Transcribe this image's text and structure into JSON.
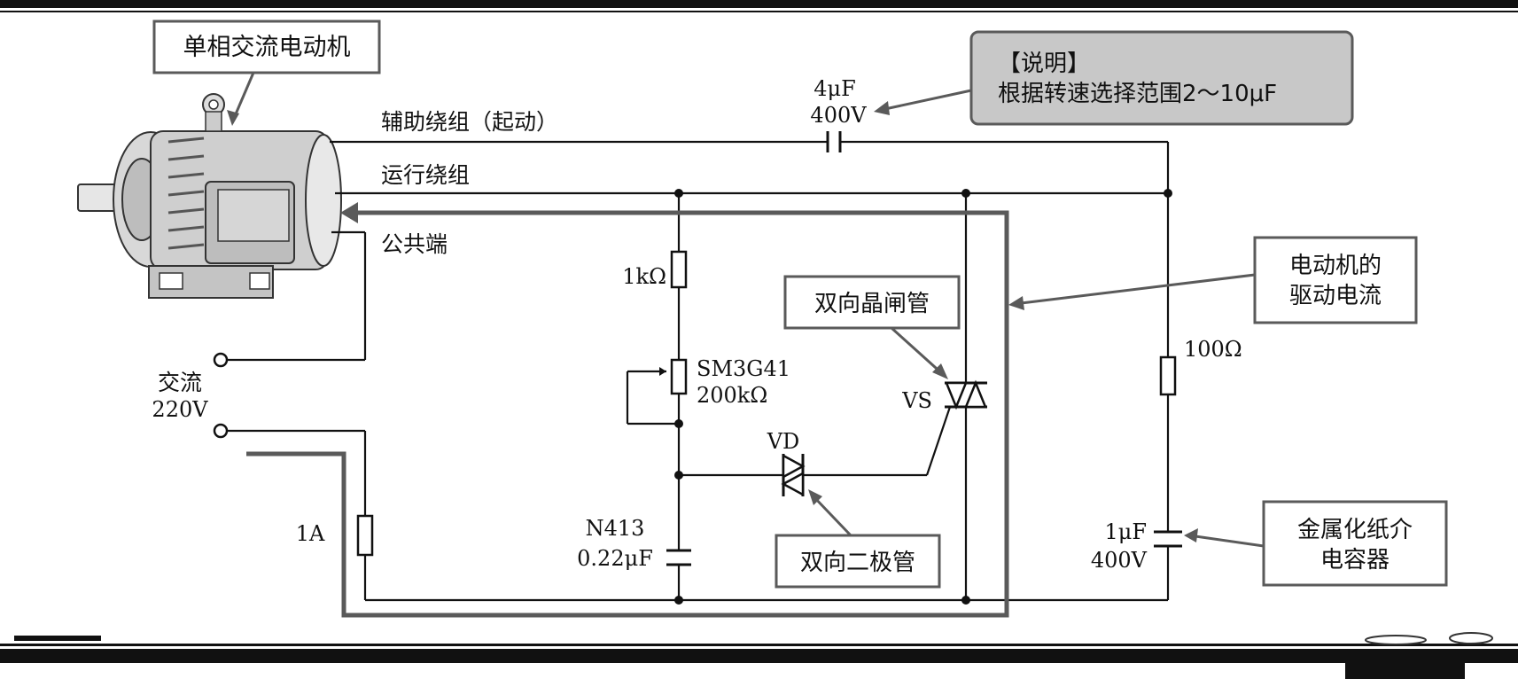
{
  "callouts": {
    "motor": "单相交流电动机",
    "note_title": "【说明】",
    "note_body": "根据转速选择范围2～10μF",
    "drive_current_line1": "电动机的",
    "drive_current_line2": "驱动电流",
    "triac": "双向晶闸管",
    "diac": "双向二极管",
    "cap_line1": "金属化纸介",
    "cap_line2": "电容器"
  },
  "wires": {
    "aux": "辅助绕组（起动）",
    "run": "运行绕组",
    "common": "公共端"
  },
  "components": {
    "c_start_value": "4μF",
    "c_start_voltage": "400V",
    "r1": "1kΩ",
    "pot_name": "SM3G41",
    "pot_value": "200kΩ",
    "vs": "VS",
    "vd": "VD",
    "c_trig_name": "N413",
    "c_trig_value": "0.22μF",
    "r_snub": "100Ω",
    "c_snub_value": "1μF",
    "c_snub_voltage": "400V",
    "fuse": "1A",
    "ac_line1": "交流",
    "ac_line2": "220V"
  },
  "colors": {
    "wire": "#111111",
    "current_path": "#5a5a5a",
    "note_fill": "#c8c8c8"
  }
}
